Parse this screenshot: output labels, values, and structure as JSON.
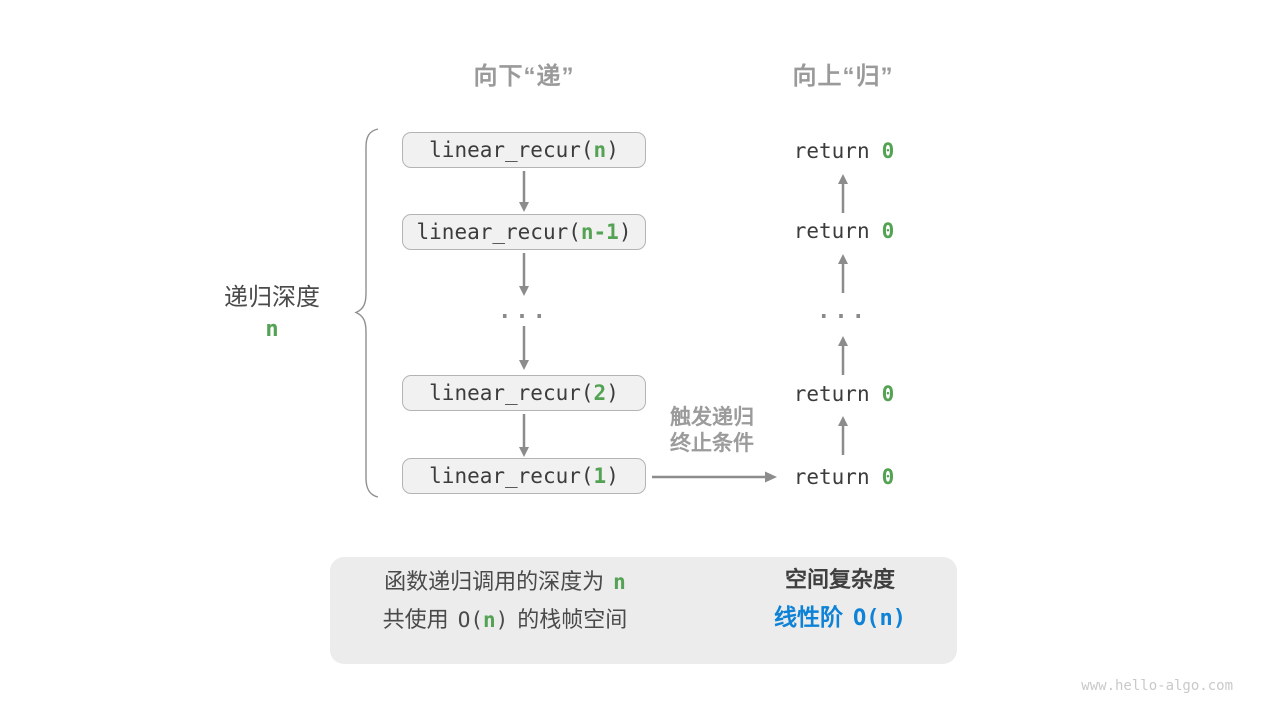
{
  "headers": {
    "down": "向下“递”",
    "up": "向上“归”"
  },
  "depth": {
    "label": "递归深度",
    "value": "n"
  },
  "calls": [
    {
      "prefix": "linear_recur(",
      "arg": "n",
      "suffix": ")"
    },
    {
      "prefix": "linear_recur(",
      "arg": "n-1",
      "suffix": ")"
    },
    {
      "prefix": "linear_recur(",
      "arg": "2",
      "suffix": ")"
    },
    {
      "prefix": "linear_recur(",
      "arg": "1",
      "suffix": ")"
    }
  ],
  "ellipsis": "...",
  "returns": [
    {
      "keyword": "return",
      "value": "0"
    },
    {
      "keyword": "return",
      "value": "0"
    },
    {
      "keyword": "return",
      "value": "0"
    },
    {
      "keyword": "return",
      "value": "0"
    }
  ],
  "trigger": {
    "line1": "触发递归",
    "line2": "终止条件"
  },
  "summary": {
    "left_line1_text": "函数递归调用的深度为",
    "left_line1_value": "n",
    "left_line2_pre": "共使用",
    "left_line2_code_open": "O(",
    "left_line2_code_value": "n",
    "left_line2_code_close": ")",
    "left_line2_post": "的栈帧空间",
    "right_title": "空间复杂度",
    "right_label": "线性阶",
    "right_code": "O(n)"
  },
  "colors": {
    "accent_green": "#54a254",
    "accent_blue": "#0d82d6",
    "arrow_gray": "#8c8c8c",
    "box_fill": "#f1f1f1",
    "summary_fill": "#ececec"
  },
  "watermark": "www.hello-algo.com"
}
